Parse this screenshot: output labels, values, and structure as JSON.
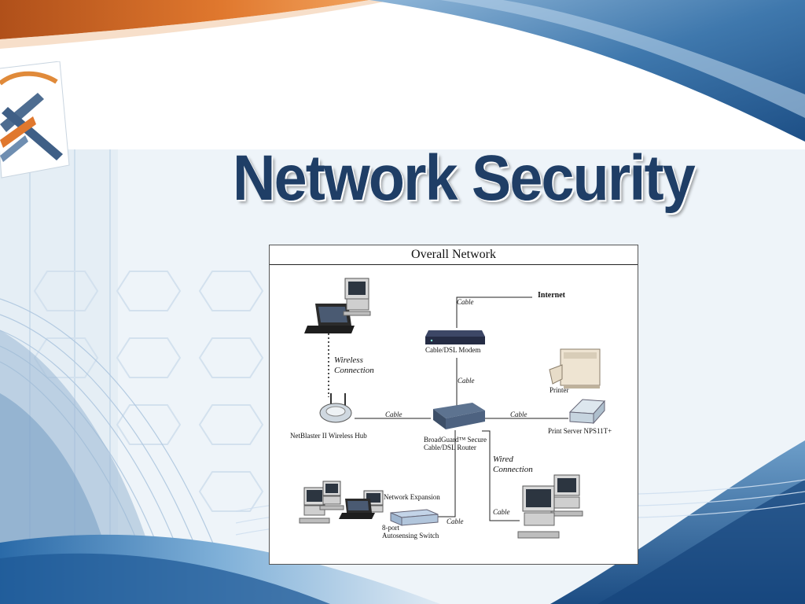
{
  "slide": {
    "title": "Network Security"
  },
  "diagram": {
    "title": "Overall Network",
    "labels": {
      "internet": "Internet",
      "cable_internet": "Cable",
      "modem": "Cable/DSL Modem",
      "cable_modem_router": "Cable",
      "wireless_line1": "Wireless",
      "wireless_line2": "Connection",
      "hub": "NetBlaster II Wireless Hub",
      "cable_hub_router": "Cable",
      "router_line1": "BroadGuard™ Secure",
      "router_line2": "Cable/DSL Router",
      "cable_router_print": "Cable",
      "printer": "Printer",
      "print_server": "Print Server NPS11T+",
      "wired_line1": "Wired",
      "wired_line2": "Connection",
      "network_expansion": "Network Expansion",
      "switch_line1": "8-port",
      "switch_line2": "Autosensing Switch",
      "cable_switch": "Cable",
      "cable_wired": "Cable"
    }
  }
}
